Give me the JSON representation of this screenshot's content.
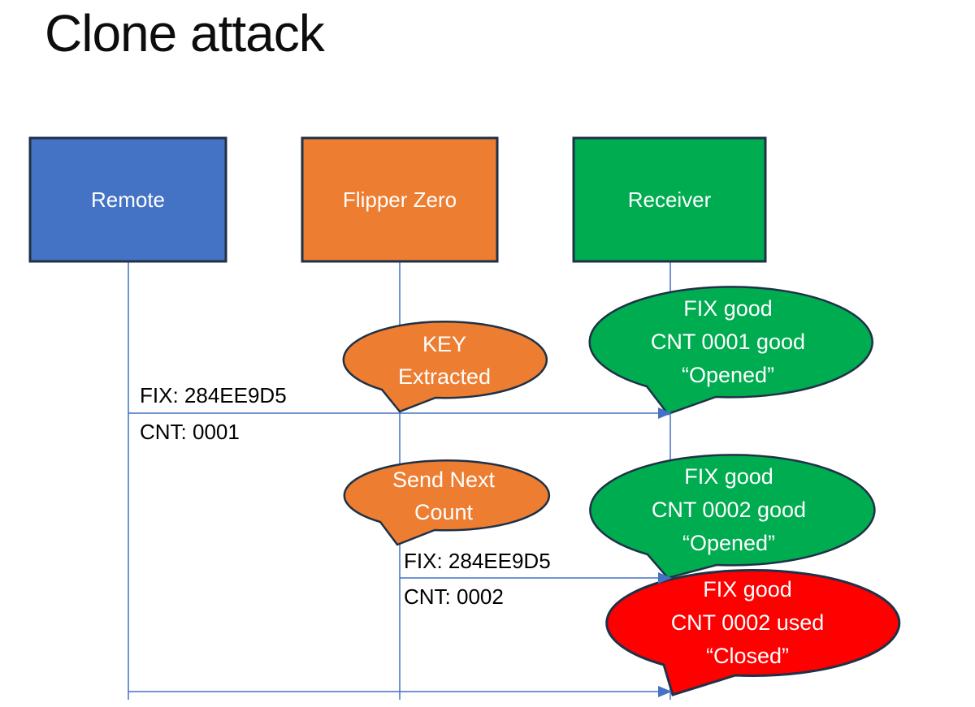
{
  "title": "Clone attack",
  "colors": {
    "blue": "#4472C4",
    "orange": "#ED7D31",
    "green": "#00AC50",
    "red": "#FE0000",
    "line": "#4472C4",
    "border": "#1F3147",
    "text_on_shape": "#FFFFFF",
    "text_label": "#000000"
  },
  "actors": [
    {
      "label": "Remote"
    },
    {
      "label": "Flipper Zero"
    },
    {
      "label": "Receiver"
    }
  ],
  "messages": [
    {
      "fix": "FIX: 284EE9D5",
      "cnt": "CNT: 0001"
    },
    {
      "fix": "FIX: 284EE9D5",
      "cnt": "CNT: 0002"
    }
  ],
  "callouts": {
    "key_extracted": {
      "lines": [
        "KEY",
        "Extracted"
      ]
    },
    "opened_1": {
      "lines": [
        "FIX good",
        "CNT 0001 good",
        "“Opened”"
      ]
    },
    "send_next": {
      "lines": [
        "Send Next",
        "Count"
      ]
    },
    "opened_2": {
      "lines": [
        "FIX good",
        "CNT 0002 good",
        "“Opened”"
      ]
    },
    "closed": {
      "lines": [
        "FIX good",
        "CNT 0002 used",
        "“Closed”"
      ]
    }
  }
}
